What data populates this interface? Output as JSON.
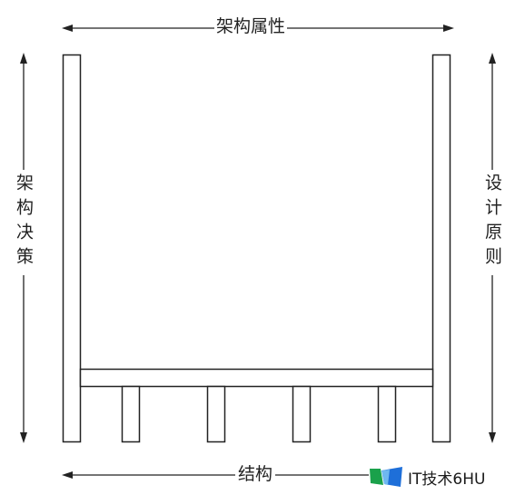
{
  "labels": {
    "top": "架构属性",
    "bottom": "结构",
    "left": "架构决策",
    "right": "设计原则"
  },
  "watermark": {
    "text": "IT技术6HU"
  },
  "colors": {
    "stroke": "#222222",
    "background": "#ffffff",
    "logo_green": "#1aa14b",
    "logo_blue": "#1e6fd9"
  }
}
